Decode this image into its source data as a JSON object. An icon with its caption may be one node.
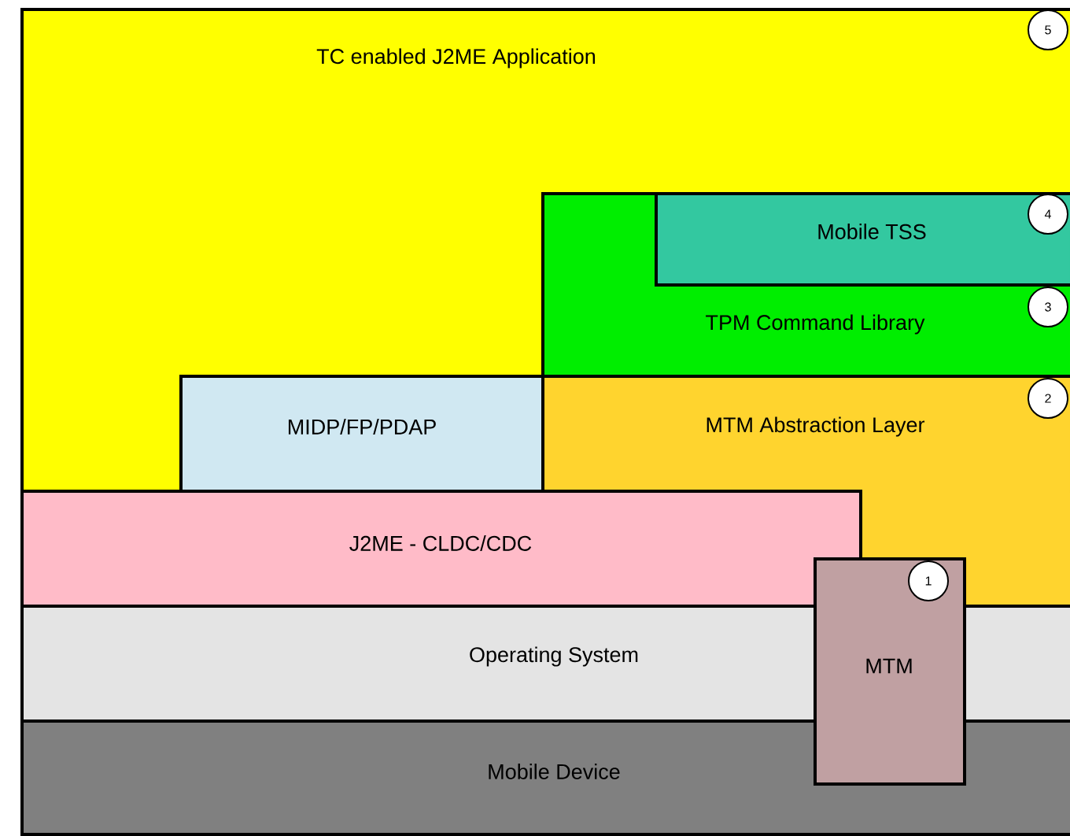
{
  "diagram": {
    "nodes": [
      {
        "text": [
          "TC enabled J2ME Application"
        ]
      },
      {
        "text": [
          "5"
        ],
        "in": 0
      },
      {
        "text": [
          "TPM Command Library"
        ],
        "in": 0
      },
      {
        "text": [
          "Mobile TSS"
        ],
        "in": 2
      },
      {
        "text": [
          "4"
        ],
        "in": 3
      },
      {
        "text": [
          "3"
        ],
        "in": 2
      },
      {
        "text": [
          "MIDP/FP/PDAP"
        ],
        "in": 0
      },
      {
        "text": [
          "MTM Abstraction Layer"
        ]
      },
      {
        "text": [
          "2"
        ]
      },
      {
        "text": [
          "J2ME - CLDC/CDC"
        ]
      },
      {
        "text": [
          "MTM"
        ]
      },
      {
        "text": [
          "1"
        ]
      },
      {
        "text": [
          "Operating System"
        ]
      },
      {
        "text": [
          "Mobile Device"
        ]
      }
    ]
  }
}
